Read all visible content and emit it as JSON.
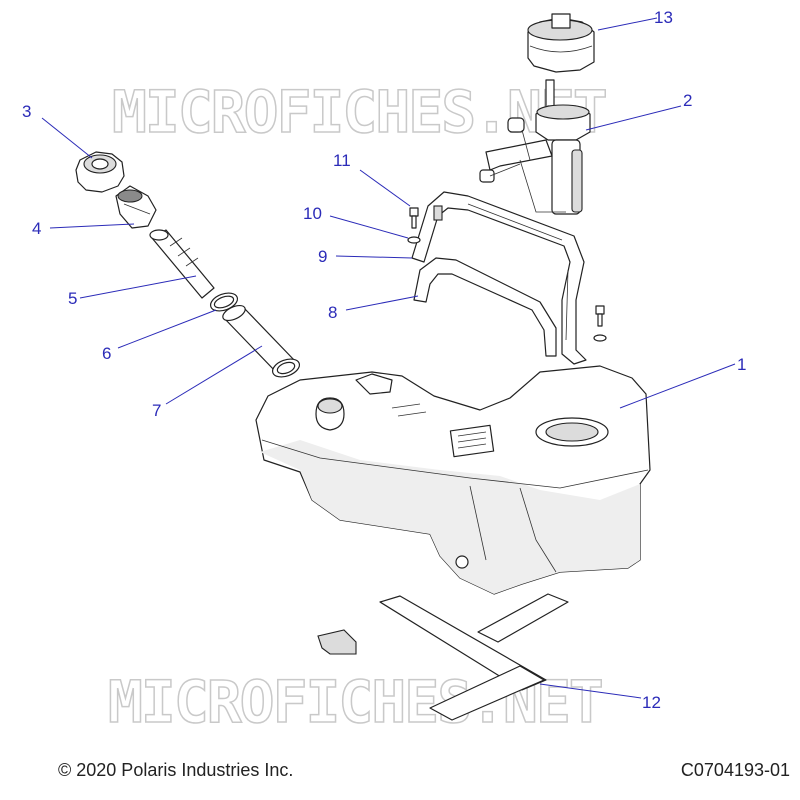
{
  "watermark": "MICROFICHES.NET",
  "copyright": "© 2020 Polaris Industries Inc.",
  "diagram_code": "C0704193-01",
  "callouts": [
    "1",
    "2",
    "3",
    "4",
    "5",
    "6",
    "7",
    "8",
    "9",
    "10",
    "11",
    "12",
    "13"
  ],
  "colors": {
    "callout": "#2b2bb8",
    "line_art": "#222222",
    "watermark": "#c9c9c9"
  }
}
